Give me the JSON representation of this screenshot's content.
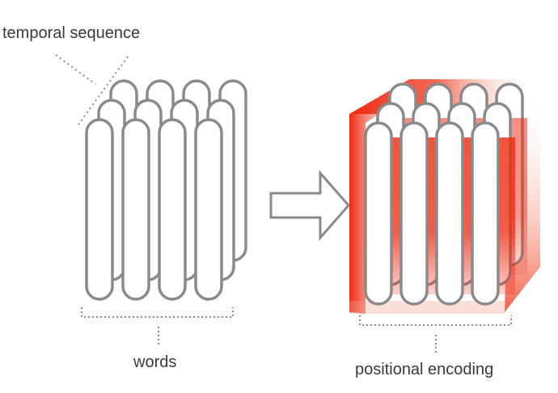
{
  "labels": {
    "temporal_sequence": "temporal sequence",
    "words": "words",
    "positional_encoding": "positional encoding"
  },
  "colors": {
    "outline": "#8a8a8c",
    "tube_fill": "#ffffff",
    "encoding_red": "#ee2a10",
    "label_text": "#3a3a3a"
  },
  "icons": {
    "transform": "arrow-right-icon"
  }
}
